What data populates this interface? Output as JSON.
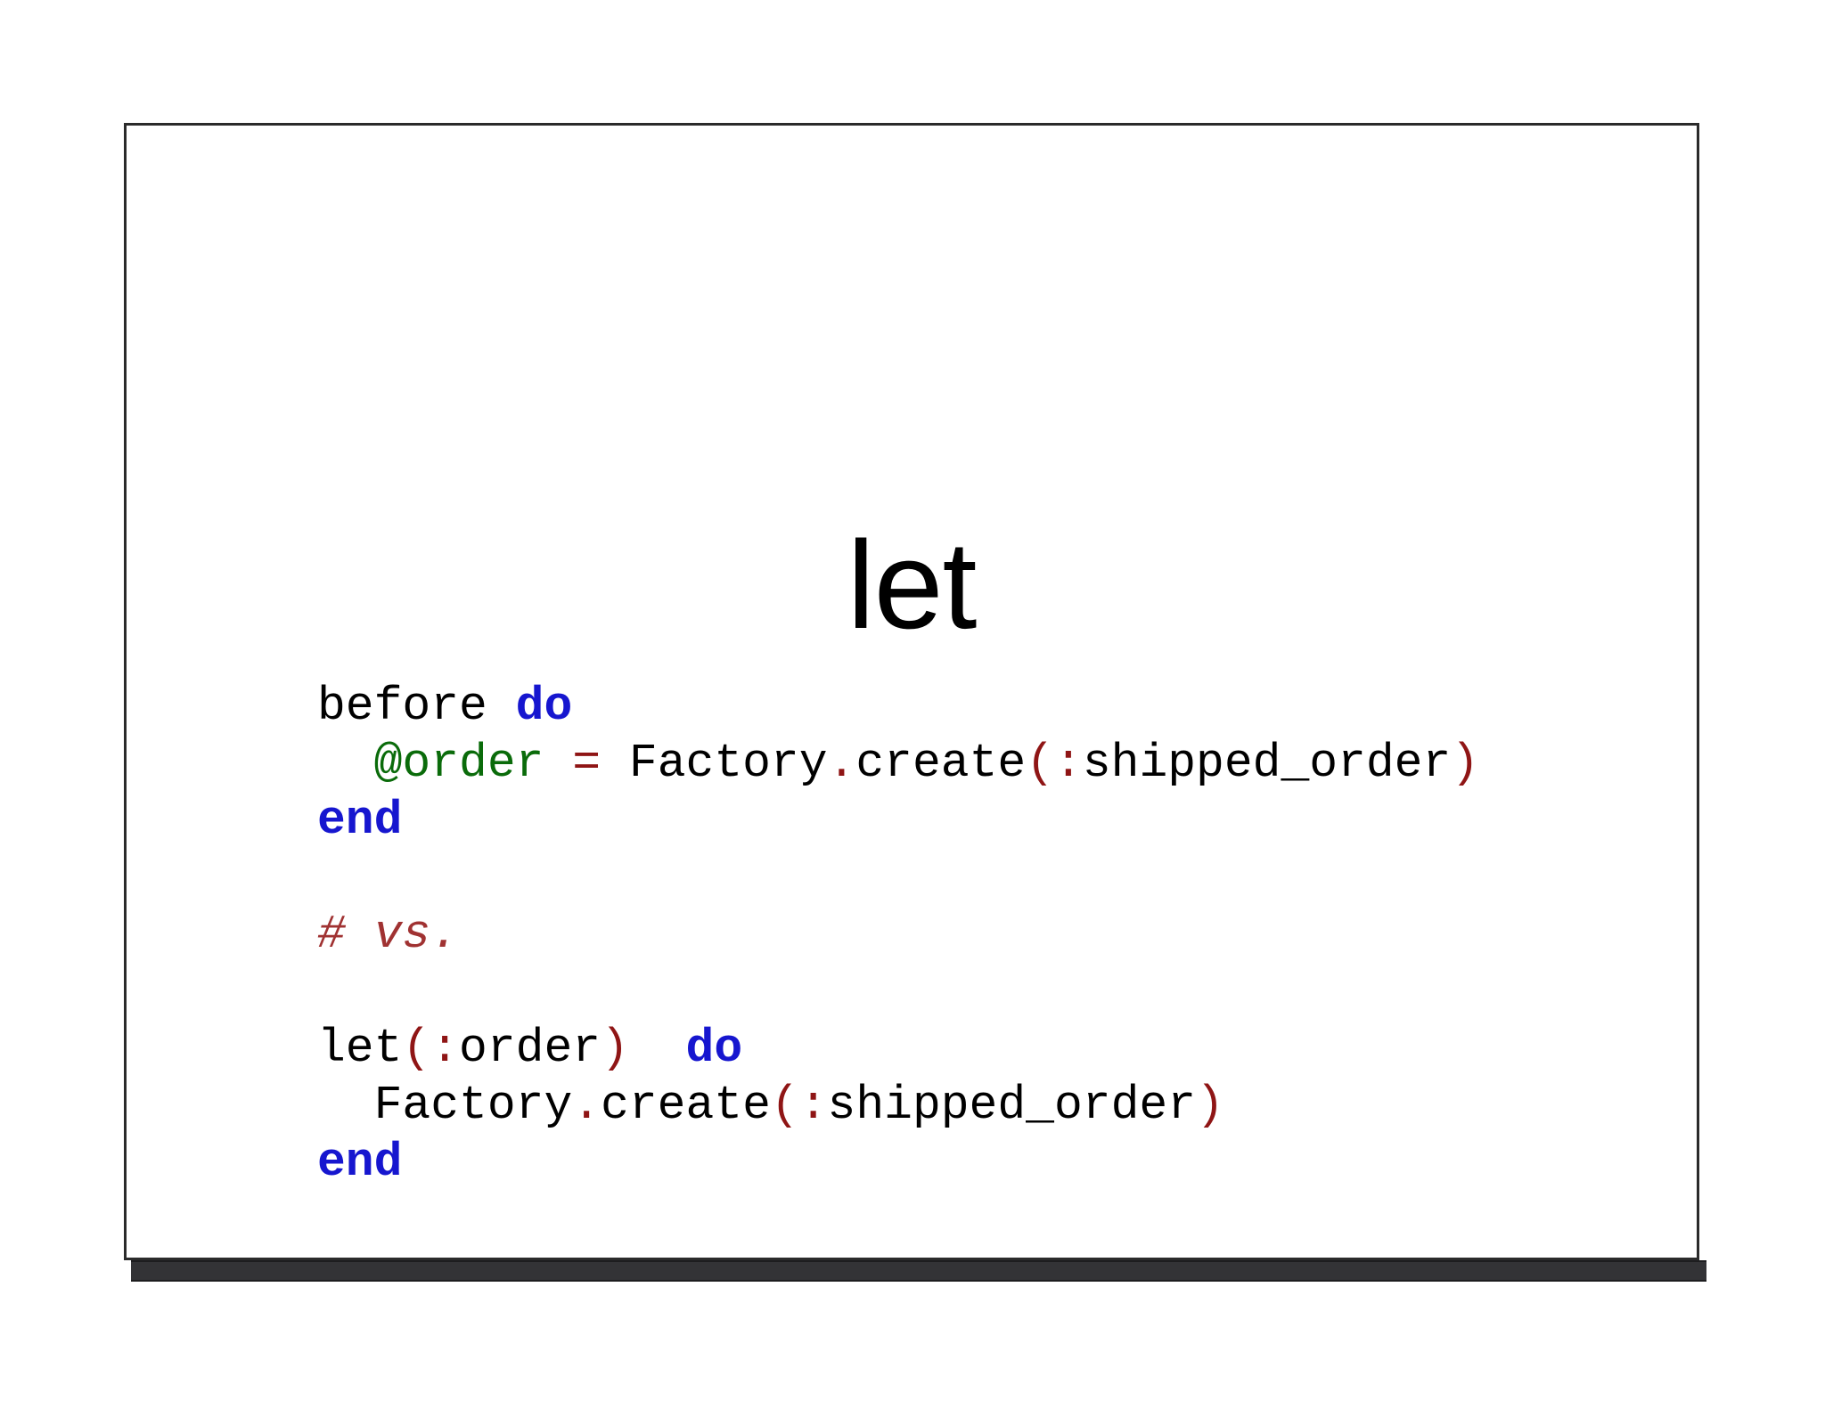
{
  "slide": {
    "title": "let",
    "background_color": "#ffffff",
    "border_color": "#2b2b2b",
    "base_bar_color": "#333336"
  },
  "palette": {
    "plain": "#000000",
    "keyword": "#1616cf",
    "instance_variable": "#0a6b0a",
    "punctuation": "#8f1515",
    "comment": "#a03232"
  },
  "code": {
    "language": "ruby",
    "full_text": "before do\n  @order = Factory.create(:shipped_order)\nend\n\n# vs.\n\nlet(:order) do\n  Factory.create(:shipped_order)\nend",
    "lines": [
      {
        "index": 0,
        "text": "before do",
        "tokens": [
          {
            "t": "before ",
            "k": "plain"
          },
          {
            "t": "do",
            "k": "keyword"
          }
        ]
      },
      {
        "index": 1,
        "text": "  @order = Factory.create(:shipped_order)",
        "tokens": [
          {
            "t": "  ",
            "k": "plain"
          },
          {
            "t": "@order",
            "k": "ivar"
          },
          {
            "t": " ",
            "k": "plain"
          },
          {
            "t": "=",
            "k": "punct"
          },
          {
            "t": " Factory",
            "k": "plain"
          },
          {
            "t": ".",
            "k": "punct"
          },
          {
            "t": "create",
            "k": "plain"
          },
          {
            "t": "(:",
            "k": "punct"
          },
          {
            "t": "shipped_order",
            "k": "plain"
          },
          {
            "t": ")",
            "k": "punct"
          }
        ]
      },
      {
        "index": 2,
        "text": "end",
        "tokens": [
          {
            "t": "end",
            "k": "keyword"
          }
        ]
      },
      {
        "index": 3,
        "text": "",
        "tokens": []
      },
      {
        "index": 4,
        "text": "# vs.",
        "tokens": [
          {
            "t": "# vs.",
            "k": "comment"
          }
        ]
      },
      {
        "index": 5,
        "text": "",
        "tokens": []
      },
      {
        "index": 6,
        "text": "let(:order) do",
        "tokens": [
          {
            "t": "let",
            "k": "plain"
          },
          {
            "t": "(:",
            "k": "punct"
          },
          {
            "t": "order",
            "k": "plain"
          },
          {
            "t": ")",
            "k": "punct"
          },
          {
            "t": "  ",
            "k": "plain"
          },
          {
            "t": "do",
            "k": "keyword"
          }
        ]
      },
      {
        "index": 7,
        "text": "  Factory.create(:shipped_order)",
        "tokens": [
          {
            "t": "  Factory",
            "k": "plain"
          },
          {
            "t": ".",
            "k": "punct"
          },
          {
            "t": "create",
            "k": "plain"
          },
          {
            "t": "(:",
            "k": "punct"
          },
          {
            "t": "shipped_order",
            "k": "plain"
          },
          {
            "t": ")",
            "k": "punct"
          }
        ]
      },
      {
        "index": 8,
        "text": "end",
        "tokens": [
          {
            "t": "end",
            "k": "keyword"
          }
        ]
      }
    ]
  }
}
